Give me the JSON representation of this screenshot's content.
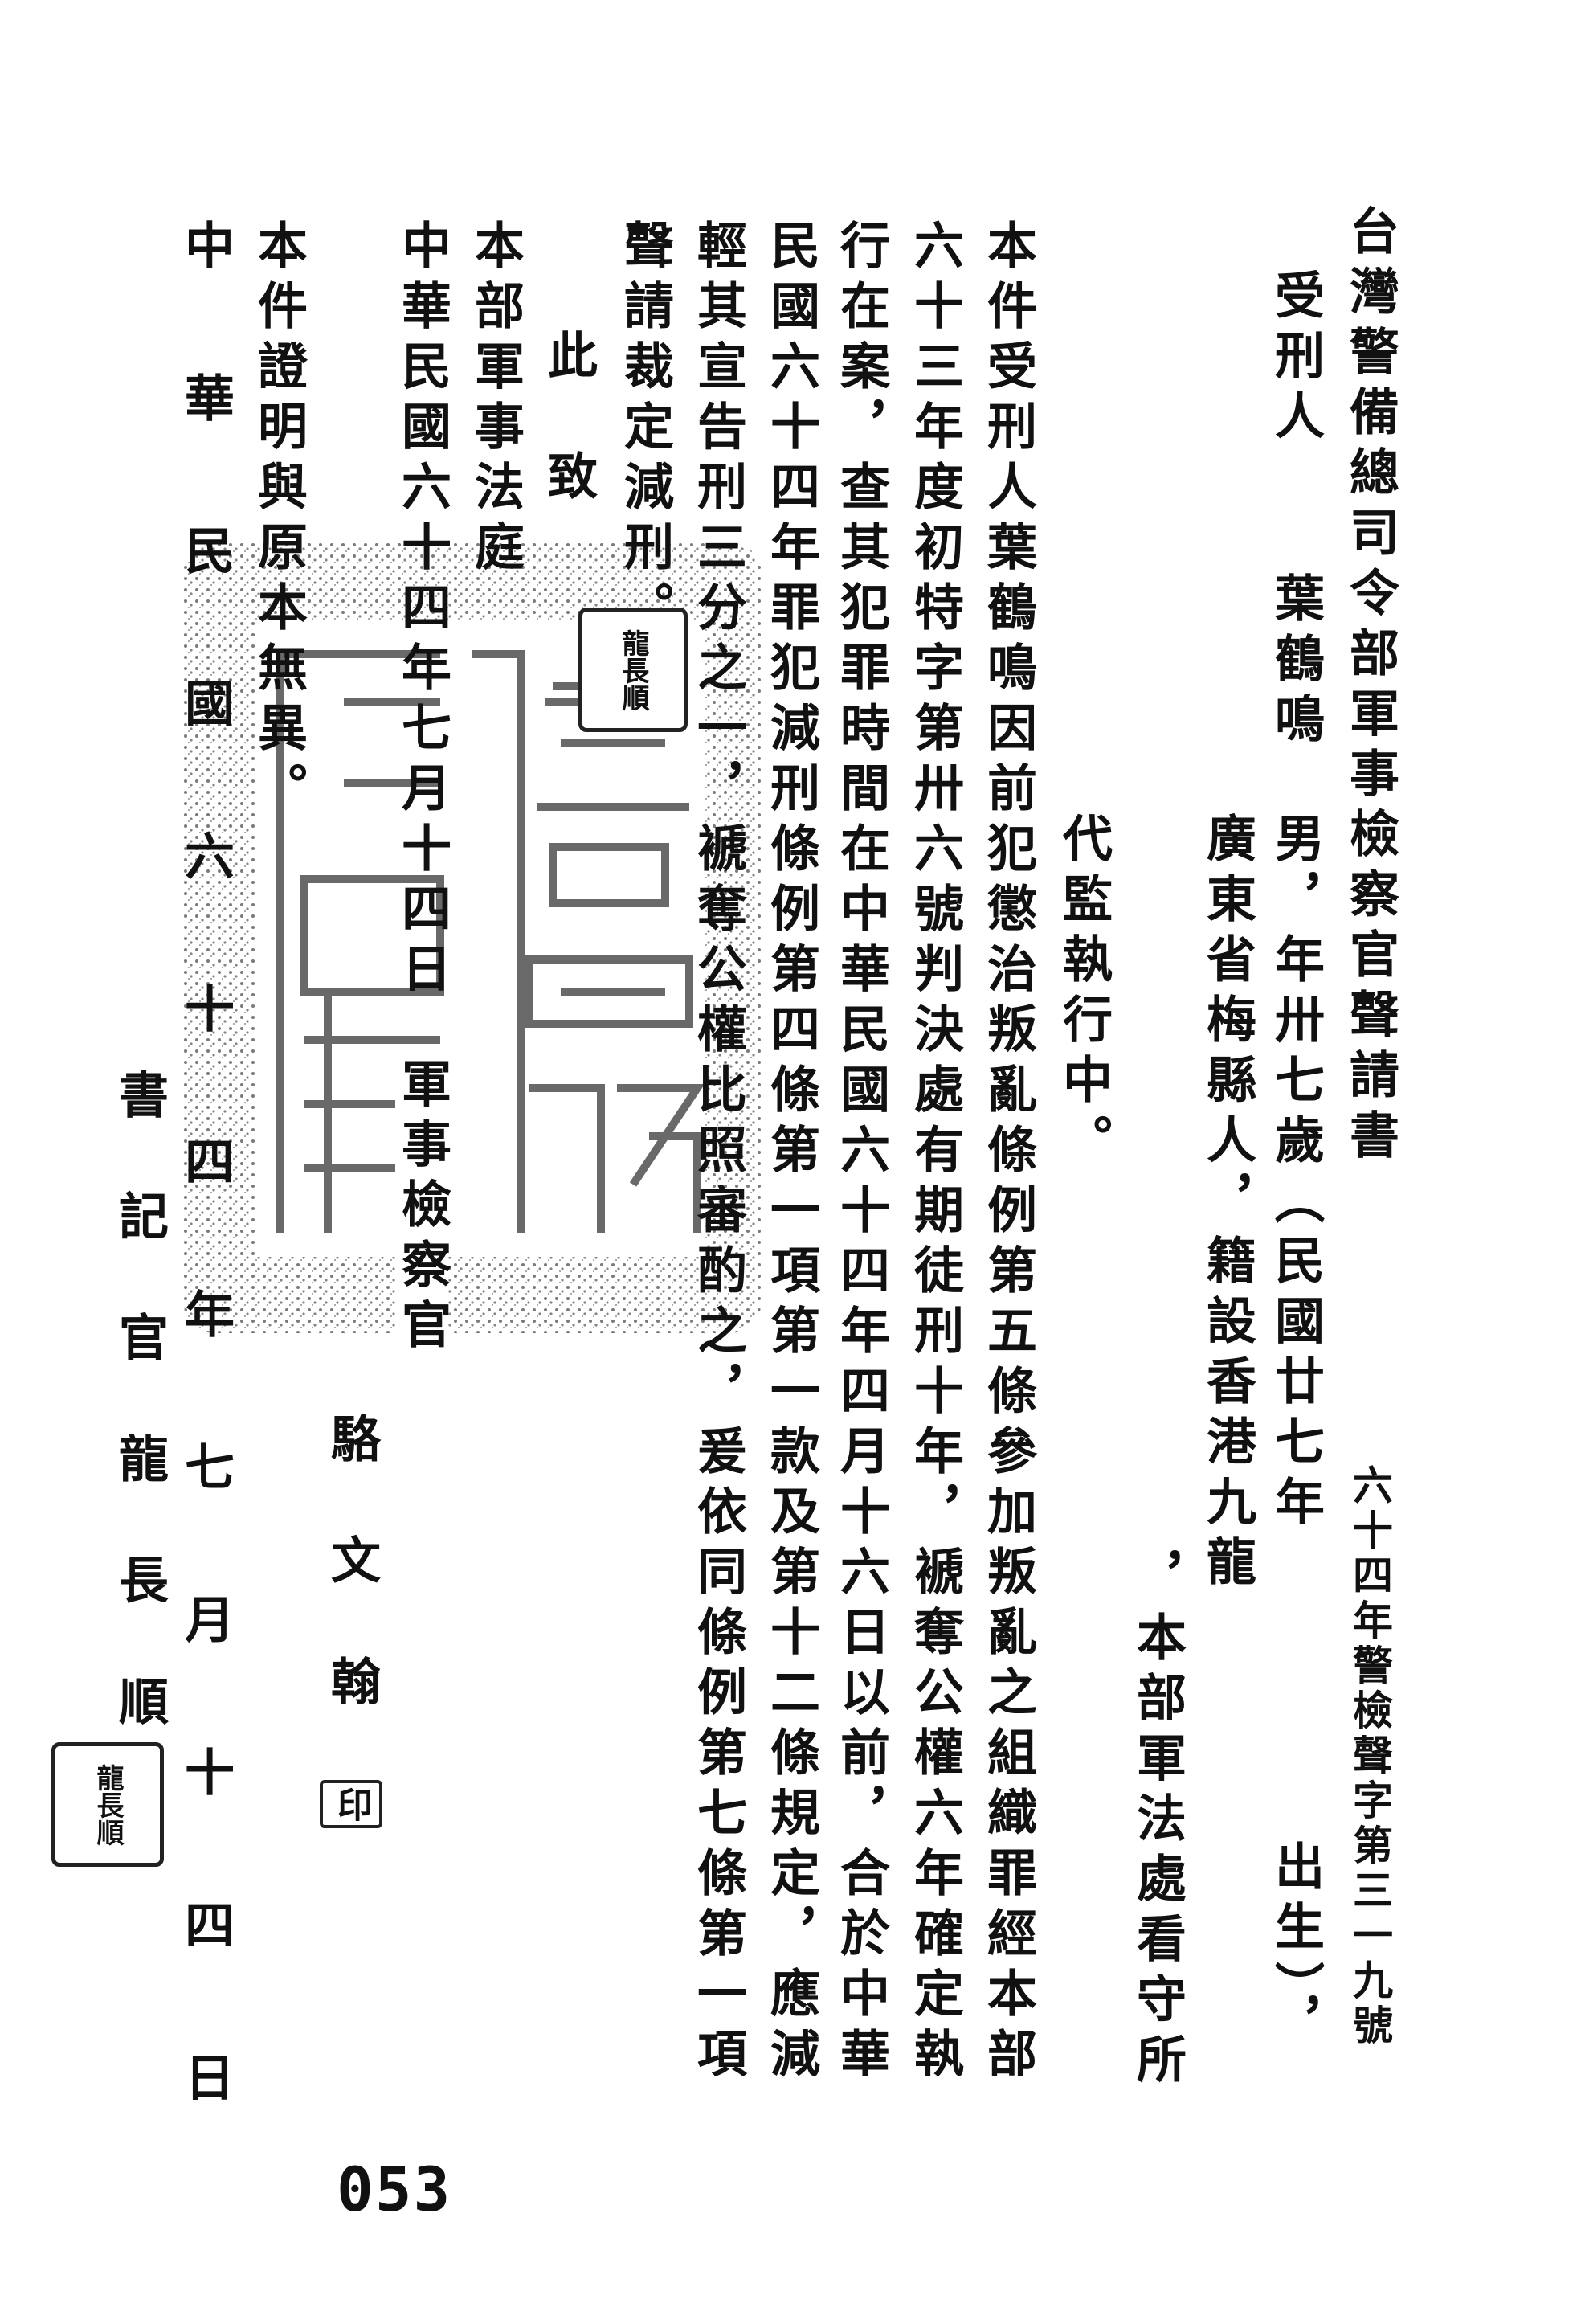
{
  "document": {
    "title": "台灣警備總司令部軍事檢察官聲請書",
    "case_number": "六十四年警檢聲字第三一九號",
    "defendant_label": "受刑人",
    "defendant_name": "葉鶴鳴",
    "defendant_info_1": "男，年卅七歲（民國廿七年",
    "defendant_info_1b": "出生），",
    "defendant_info_2": "廣東省梅縣人，籍設香港九龍",
    "defendant_info_3": "，本部軍法處看守所",
    "defendant_info_4": "代監執行中。",
    "body": [
      "本件受刑人葉鶴鳴因前犯懲治叛亂條例第五條參加叛亂之組織罪經本部",
      "六十三年度初特字第卅六號判決處有期徒刑十年，褫奪公權六年確定執",
      "行在案，查其犯罪時間在中華民國六十四年四月十六日以前，合於中華",
      "民國六十四年罪犯減刑條例第四條第一項第一款及第十二條規定，應減",
      "輕其宣告刑三分之一，褫奪公權比照審酌之，爰依同條例第七條第一項",
      "聲請裁定減刑。"
    ],
    "salutation": "此　致",
    "recipient": "本部軍事法庭",
    "date": "中華民國六十四年七月十四日",
    "signer_title": "軍事檢察官",
    "signer_name": "駱文翰",
    "signer_seal": "印",
    "certification": "本件證明與原本無異。",
    "cert_date": "中華民國六十四年七月十四日",
    "clerk": "書記官龍長順",
    "clerk_seal": "龍長順",
    "page_number": "053"
  }
}
